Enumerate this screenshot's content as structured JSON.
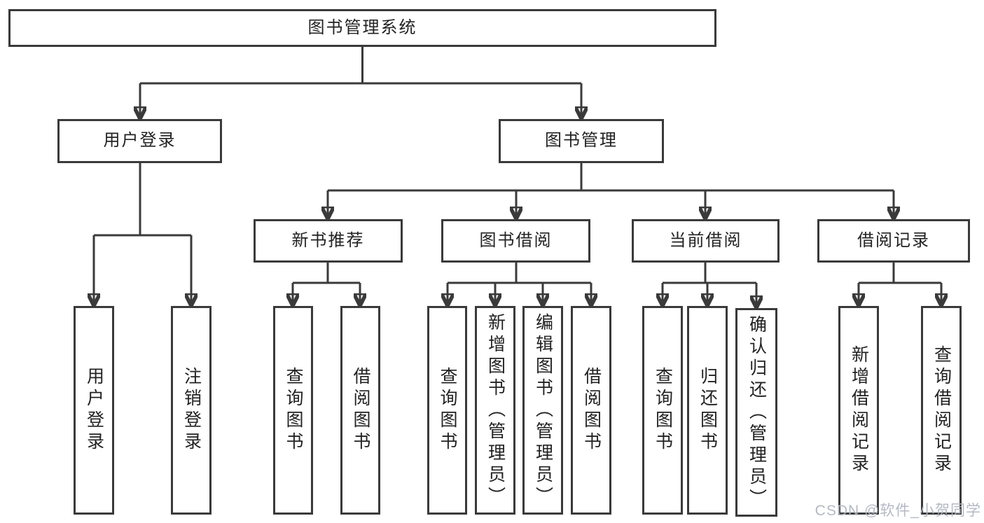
{
  "tree": {
    "label": "图书管理系统",
    "children": [
      {
        "label": "用户登录",
        "children": [
          {
            "label": "用户登录"
          },
          {
            "label": "注销登录"
          }
        ]
      },
      {
        "label": "图书管理",
        "children": [
          {
            "label": "新书推荐",
            "children": [
              {
                "label": "查询图书"
              },
              {
                "label": "借阅图书"
              }
            ]
          },
          {
            "label": "图书借阅",
            "children": [
              {
                "label": "查询图书"
              },
              {
                "label": "新增图书（管理员）"
              },
              {
                "label": "编辑图书（管理员）"
              },
              {
                "label": "借阅图书"
              }
            ]
          },
          {
            "label": "当前借阅",
            "children": [
              {
                "label": "查询图书"
              },
              {
                "label": "归还图书"
              },
              {
                "label": "确认归还（管理员）"
              }
            ]
          },
          {
            "label": "借阅记录",
            "children": [
              {
                "label": "新增借阅记录"
              },
              {
                "label": "查询借阅记录"
              }
            ]
          }
        ]
      }
    ]
  },
  "watermark": {
    "text": "CSDN @软件_小贺同学",
    "color": "#afb5c1"
  },
  "colors": {
    "line": "#3a3a3a",
    "box_border": "#3a3a3a",
    "text": "#222222",
    "background": "#ffffff"
  }
}
